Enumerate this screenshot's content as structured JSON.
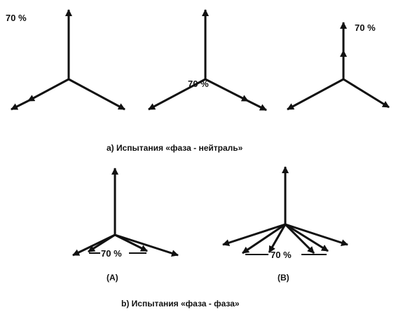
{
  "labels": {
    "pct_a1": "70 %",
    "pct_a2": "70 %",
    "pct_a3": "70 %",
    "pct_b1": "70 %",
    "pct_b2": "70 %",
    "case_a": "(A)",
    "case_b": "(B)"
  },
  "captions": {
    "a": "a) Испытания «фаза - нейтраль»",
    "b": "b) Испытания «фаза - фаза»"
  },
  "colors": {
    "ink": "#111111",
    "background": "#ffffff"
  }
}
